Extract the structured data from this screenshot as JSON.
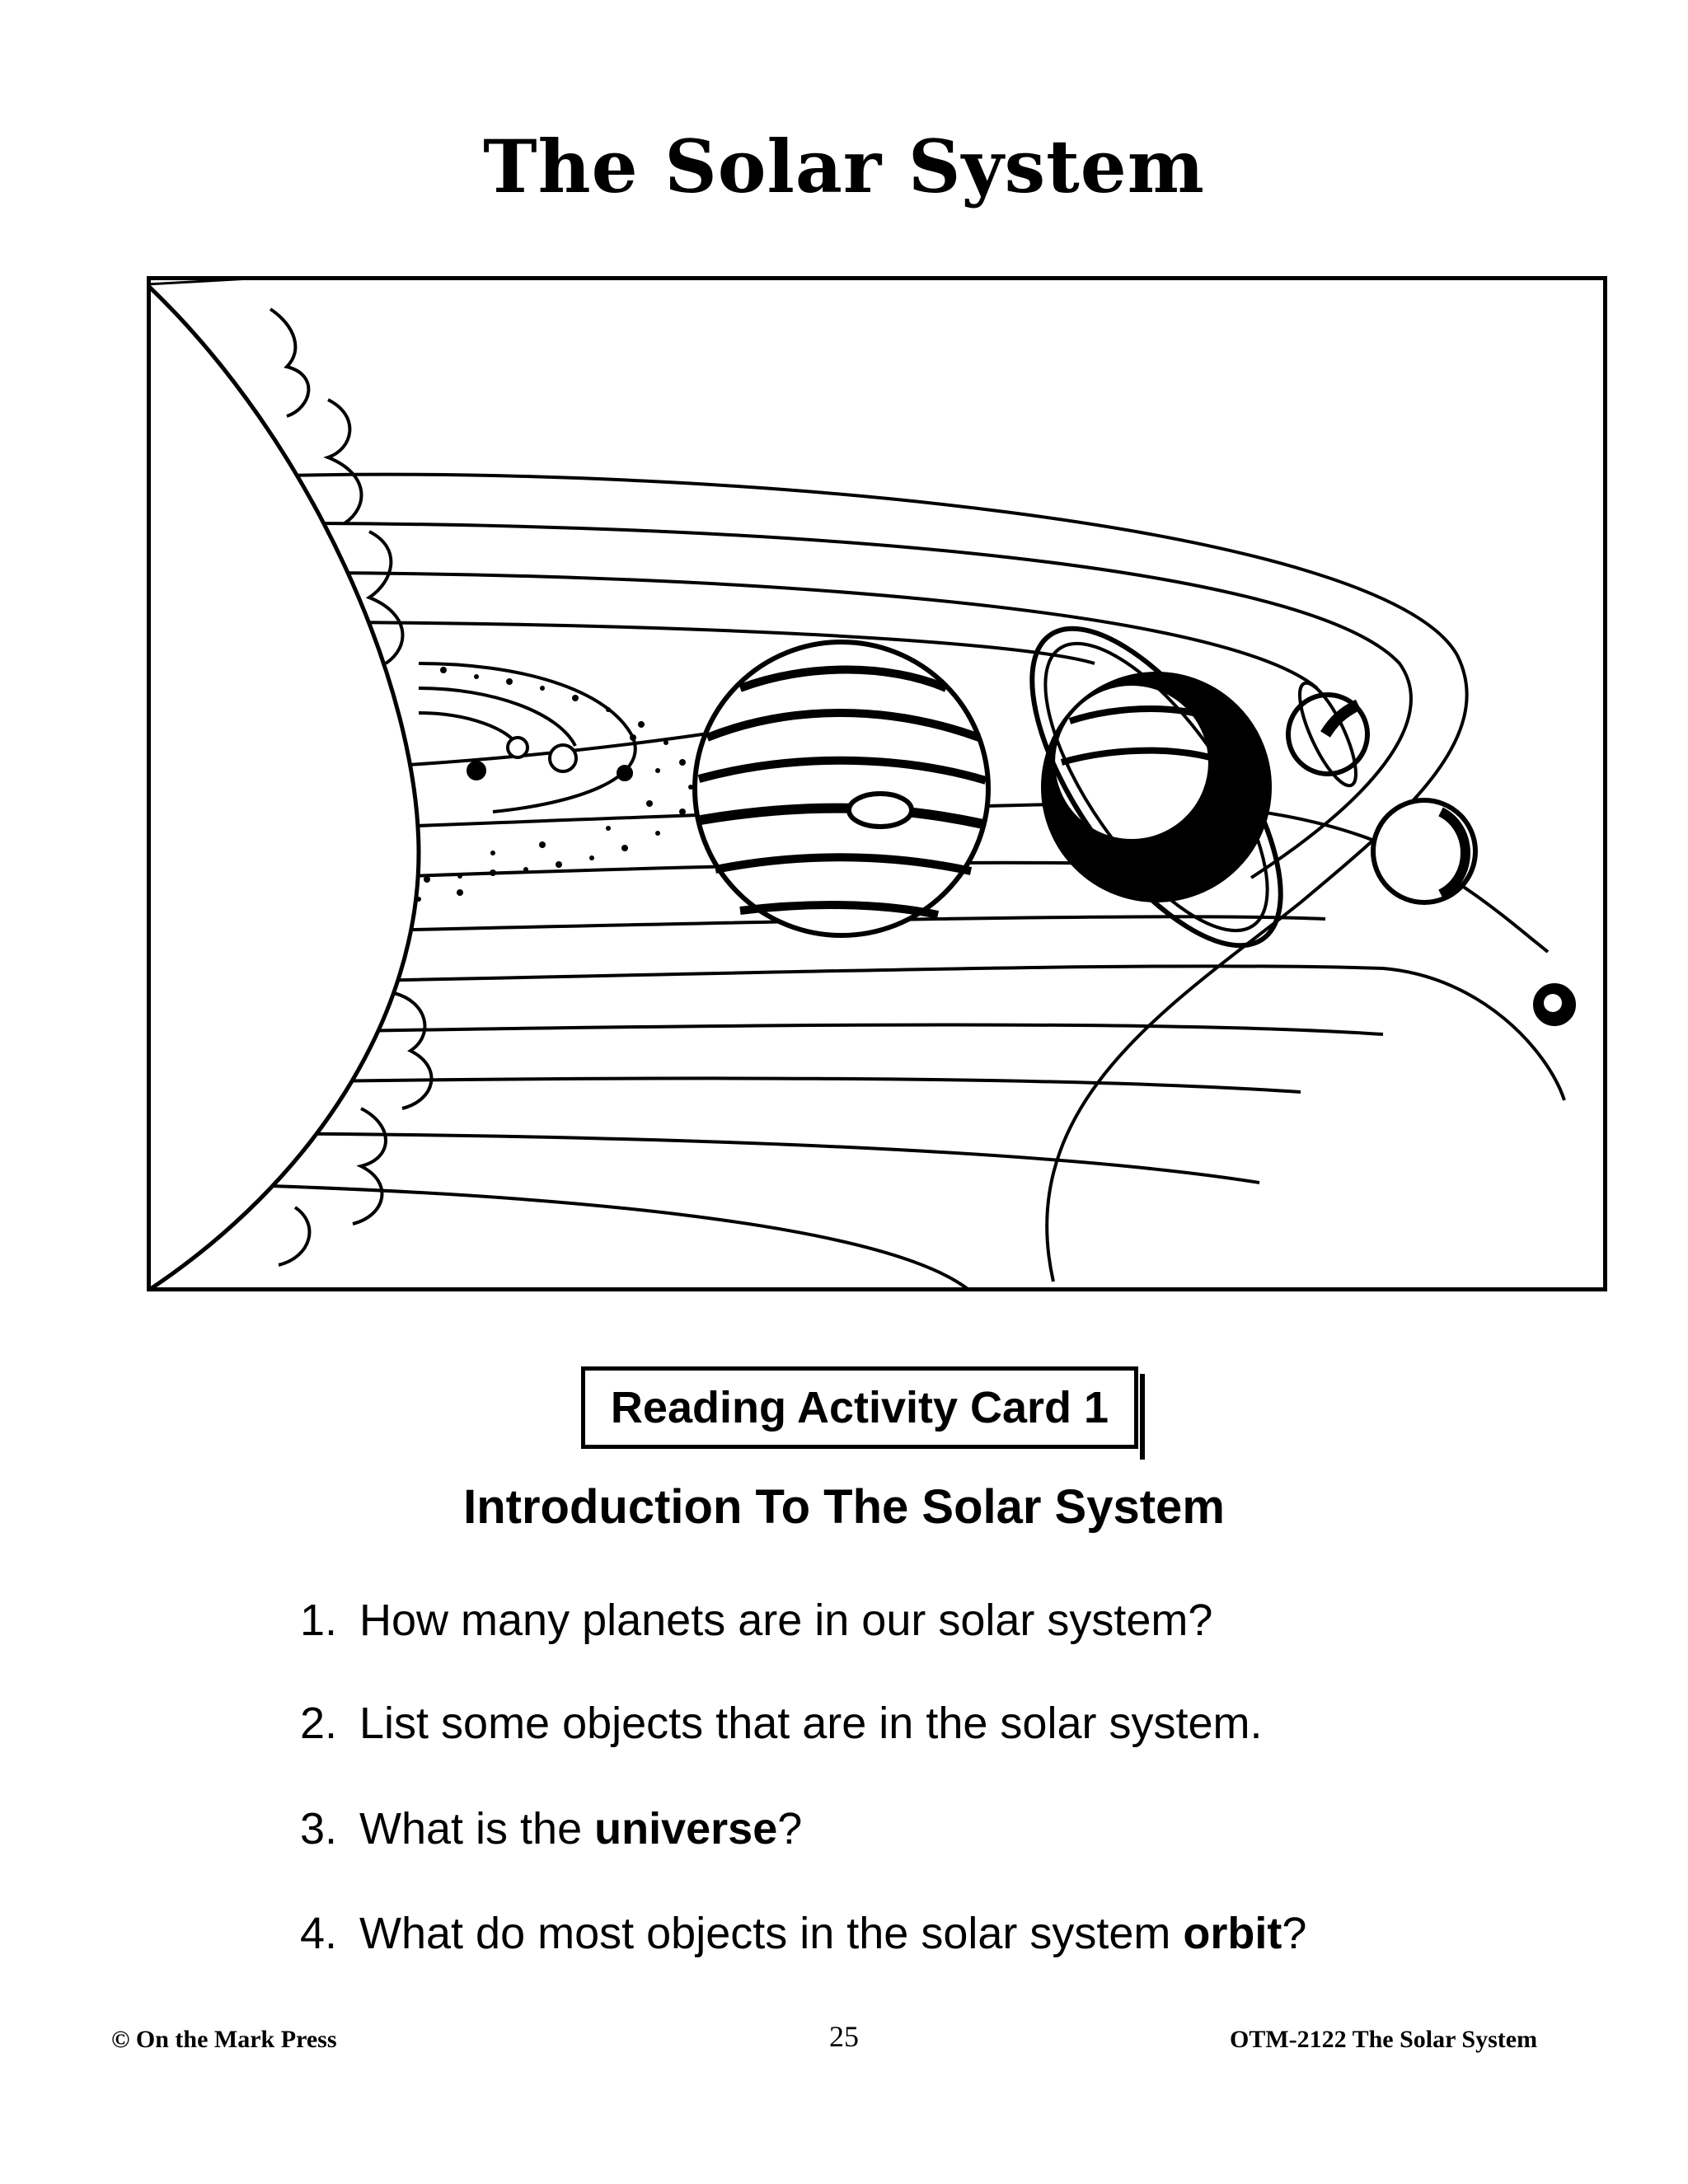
{
  "title": "The Solar System",
  "illustration": {
    "icon": "solar-system-drawing"
  },
  "card": {
    "label": "Reading Activity Card 1"
  },
  "heading": "Introduction To The Solar System",
  "questions": [
    {
      "num": "1.",
      "pre": "How many planets are in our solar system?",
      "bold": "",
      "post": ""
    },
    {
      "num": "2.",
      "pre": "List some objects that are in the solar system.",
      "bold": "",
      "post": ""
    },
    {
      "num": "3.",
      "pre": "What is the ",
      "bold": "universe",
      "post": "?"
    },
    {
      "num": "4.",
      "pre": "What do most objects in the solar system ",
      "bold": "orbit",
      "post": "?"
    }
  ],
  "footer": {
    "left": "© On the Mark Press",
    "page": "25",
    "right": "OTM-2122 The Solar System"
  }
}
